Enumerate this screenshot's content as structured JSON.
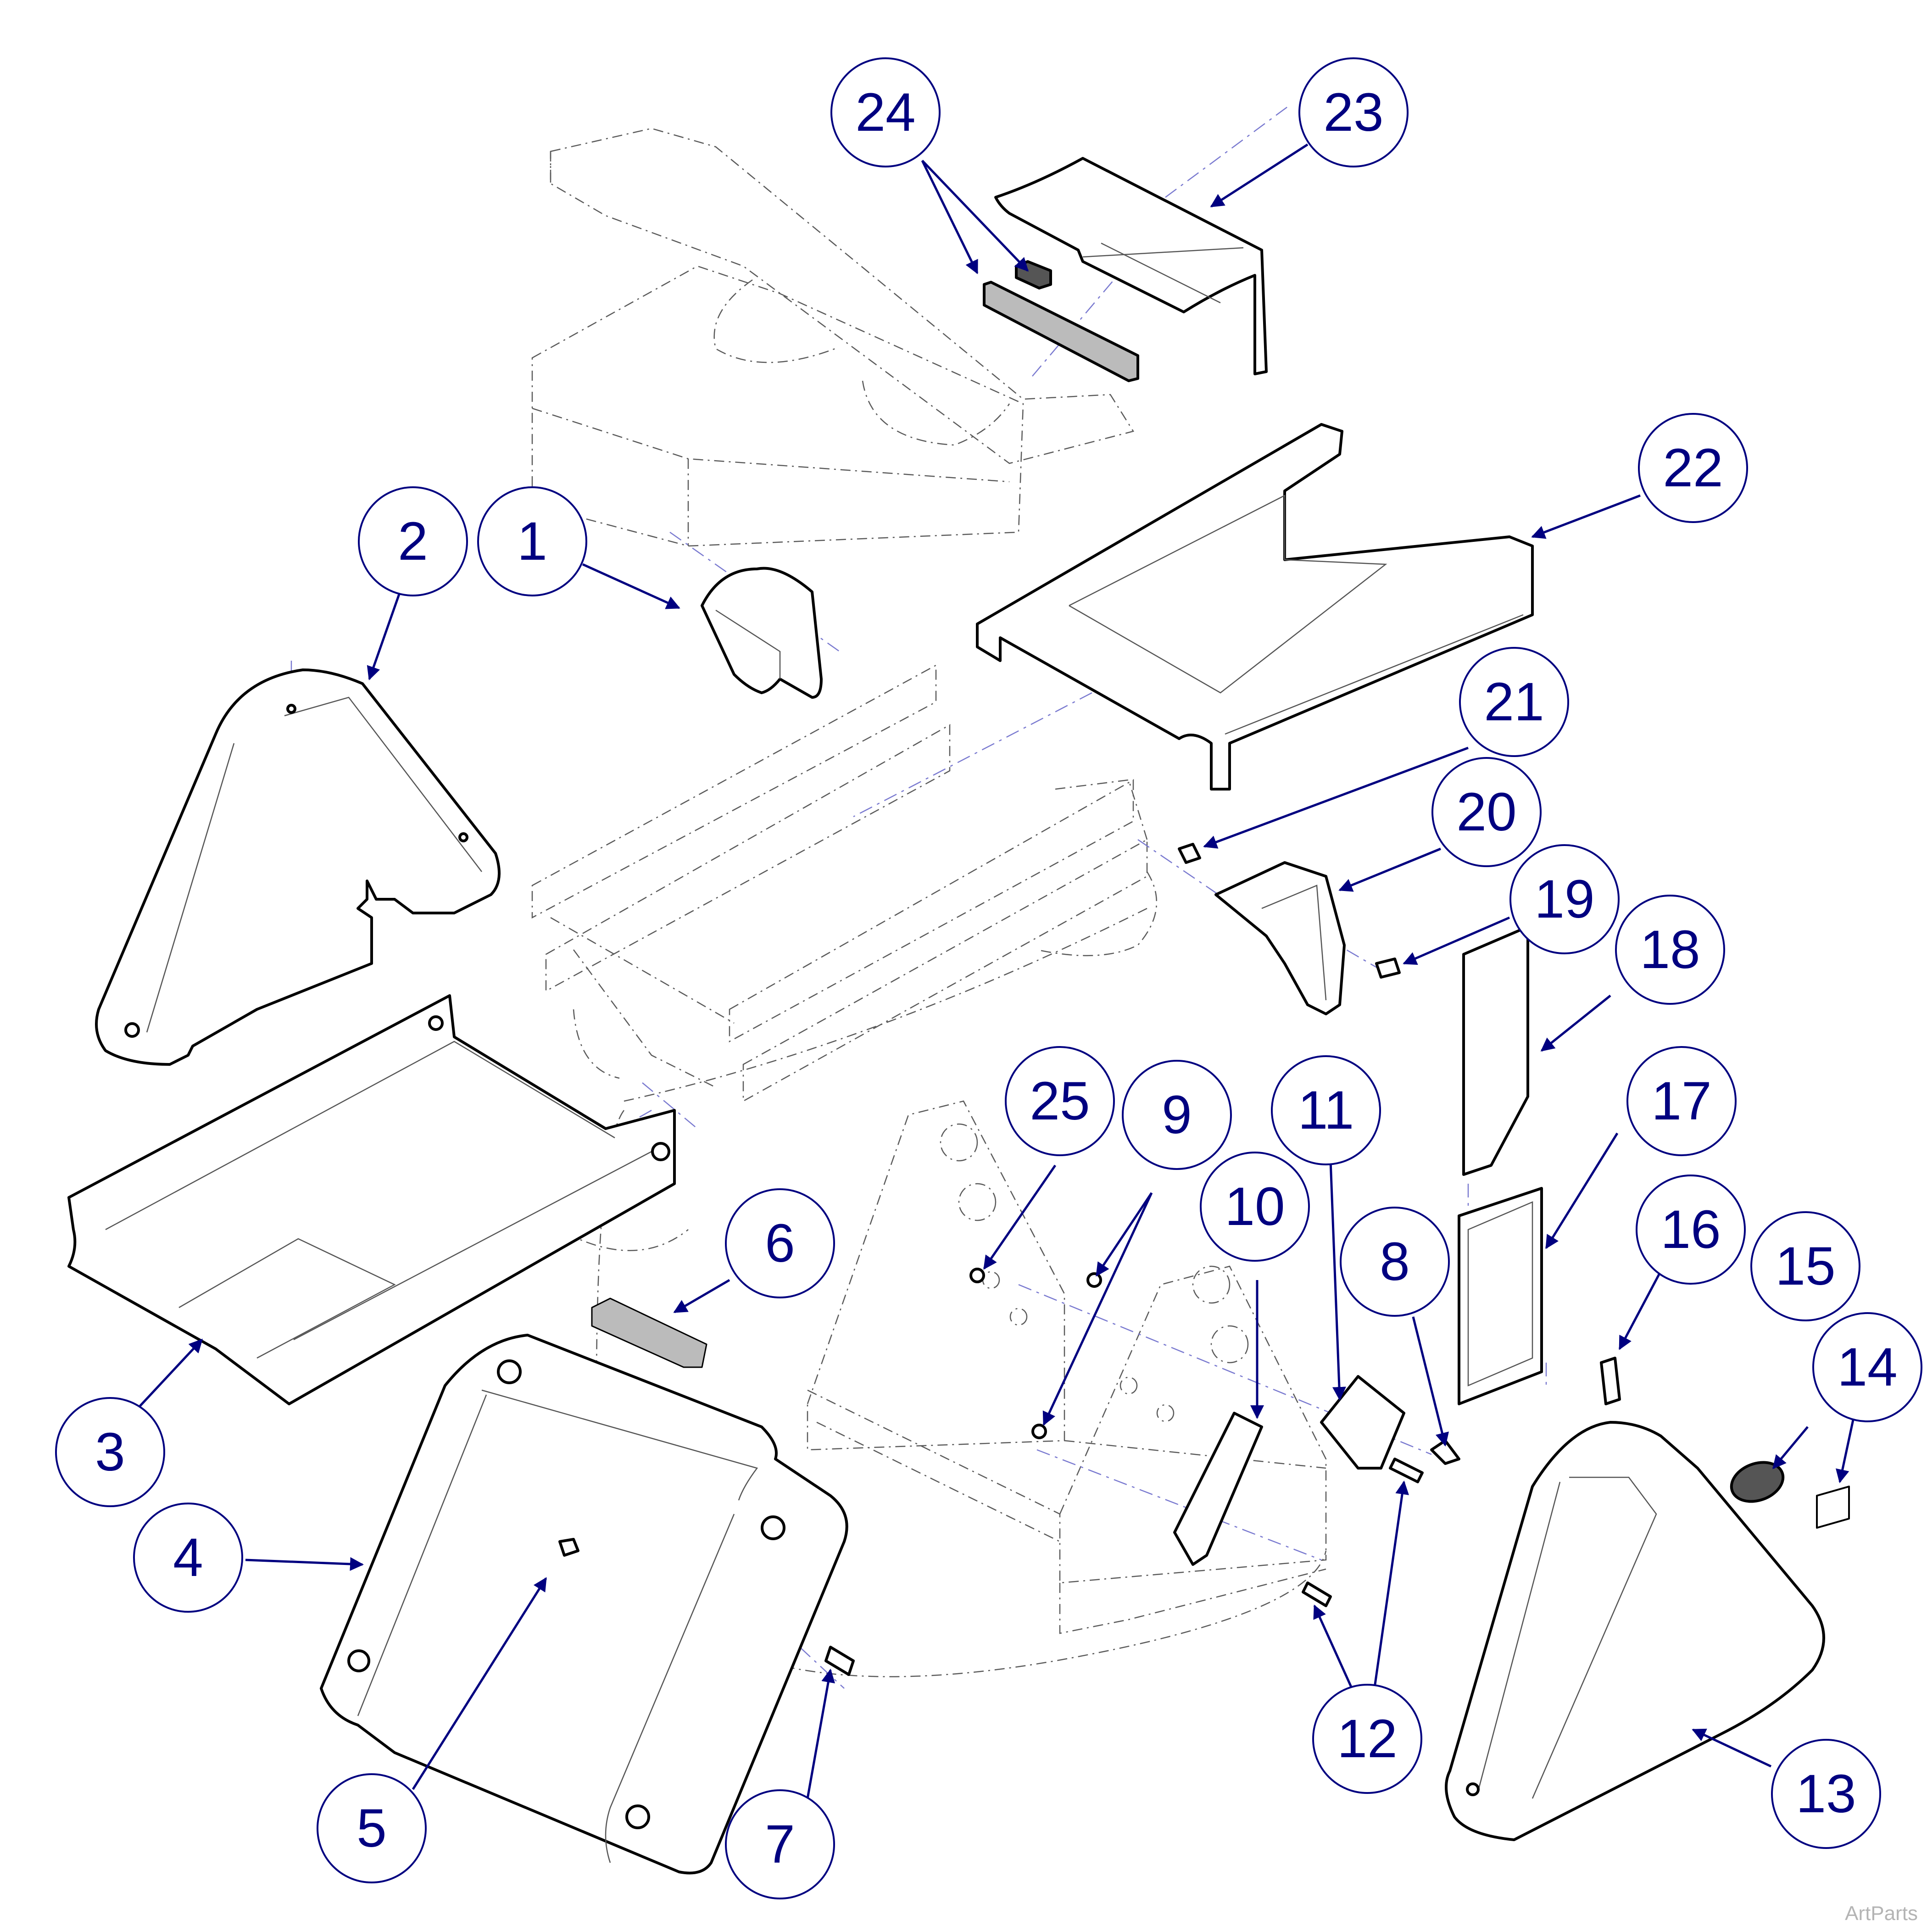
{
  "diagram": {
    "colors": {
      "callout": "#000080",
      "part_outline": "#000000",
      "hidden_line": "#5a5a5a",
      "center_line": "#7a7ad0",
      "watermark": "#b4b4b4"
    },
    "callouts": [
      "1",
      "2",
      "3",
      "4",
      "5",
      "6",
      "7",
      "8",
      "9",
      "10",
      "11",
      "12",
      "13",
      "14",
      "15",
      "16",
      "17",
      "18",
      "19",
      "20",
      "21",
      "22",
      "23",
      "24",
      "25"
    ],
    "watermark": "ArtParts"
  }
}
